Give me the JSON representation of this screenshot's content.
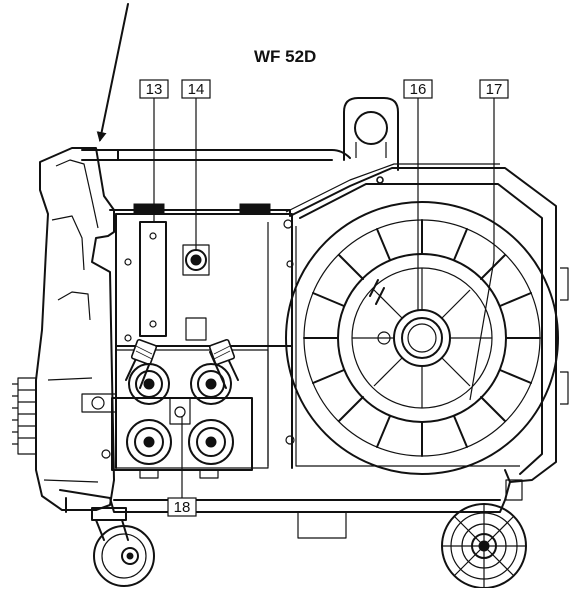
{
  "title": "WF 52D",
  "callouts": [
    {
      "id": "c13",
      "label": "13"
    },
    {
      "id": "c14",
      "label": "14"
    },
    {
      "id": "c16",
      "label": "16"
    },
    {
      "id": "c17",
      "label": "17"
    },
    {
      "id": "c18",
      "label": "18"
    }
  ]
}
